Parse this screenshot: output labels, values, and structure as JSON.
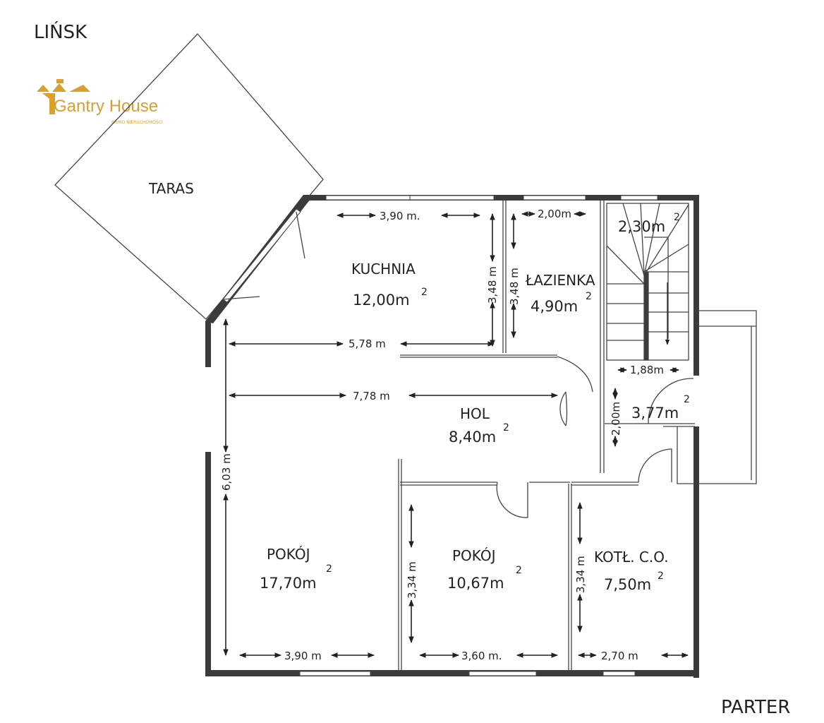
{
  "title": "LIŃSK",
  "floor": "PARTER",
  "logo": {
    "name": "Gantry House",
    "tagline": "BIURO NIERUCHOMOŚCI",
    "color": "#d9a030"
  },
  "rooms": {
    "taras": {
      "name": "TARAS"
    },
    "kuchnia": {
      "name": "KUCHNIA",
      "area": "12,00m",
      "unit_exp": "2"
    },
    "lazienka": {
      "name": "ŁAZIENKA",
      "area": "4,90m",
      "unit_exp": "2"
    },
    "schody": {
      "area": "2,30m",
      "unit_exp": "2"
    },
    "hol": {
      "name": "HOL",
      "area": "8,40m",
      "unit_exp": "2"
    },
    "wiatrolap": {
      "area": "3,77m",
      "unit_exp": "2"
    },
    "pokoj1": {
      "name": "POKÓJ",
      "area": "17,70m",
      "unit_exp": "2"
    },
    "pokoj2": {
      "name": "POKÓJ",
      "area": "10,67m",
      "unit_exp": "2"
    },
    "kotlownia": {
      "name": "KOTŁ. C.O.",
      "area": "7,50m",
      "unit_exp": "2"
    }
  },
  "dimensions": {
    "kuchnia_width": "3,90 m.",
    "kuchnia_height": "3,48 m",
    "lazienka_width": "2,00m",
    "lazienka_height": "3,48 m",
    "kuchnia_full": "5,78 m",
    "stairs_width": "1,88m",
    "hol_width": "7,78 m",
    "wiatrolap_height": "2,00m",
    "pokoj1_height": "6,03 m",
    "pokoj1_width": "3,90 m",
    "pokoj2_height": "3,34 m",
    "pokoj2_width": "3,60 m.",
    "kotlownia_height": "3,34 m",
    "kotlownia_width": "2,70 m"
  }
}
